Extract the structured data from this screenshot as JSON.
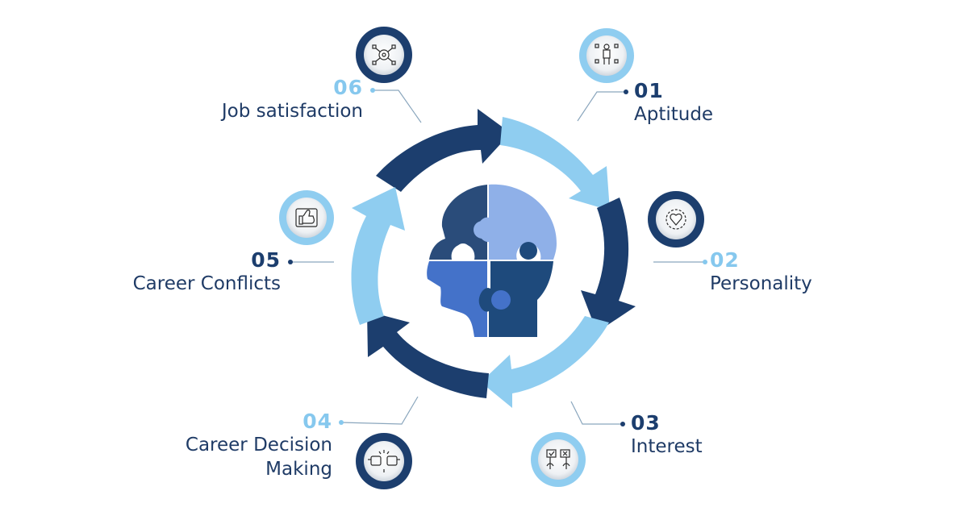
{
  "colors": {
    "dark": "#1c3e6e",
    "light": "#8fcdf0",
    "number_light": "#86c8ee",
    "number_dark": "#1c3e6e",
    "text": "#1f3b66",
    "connector": "#8aa6bd"
  },
  "steps": [
    {
      "number": "01",
      "name": "Aptitude",
      "icon": "person-network-icon",
      "number_tone": "dark"
    },
    {
      "number": "02",
      "name": "Personality",
      "icon": "heart-sun-icon",
      "number_tone": "light"
    },
    {
      "number": "03",
      "name": "Interest",
      "icon": "hands-choice-icon",
      "number_tone": "dark"
    },
    {
      "number": "04",
      "name_line1": "Career Decision",
      "name_line2": "Making",
      "icon": "fist-bump-icon",
      "number_tone": "light"
    },
    {
      "number": "05",
      "name": "Career Conflicts",
      "icon": "thumbs-up-icon",
      "number_tone": "dark"
    },
    {
      "number": "06",
      "name": "Job satisfaction",
      "icon": "gear-network-icon",
      "number_tone": "light"
    }
  ]
}
